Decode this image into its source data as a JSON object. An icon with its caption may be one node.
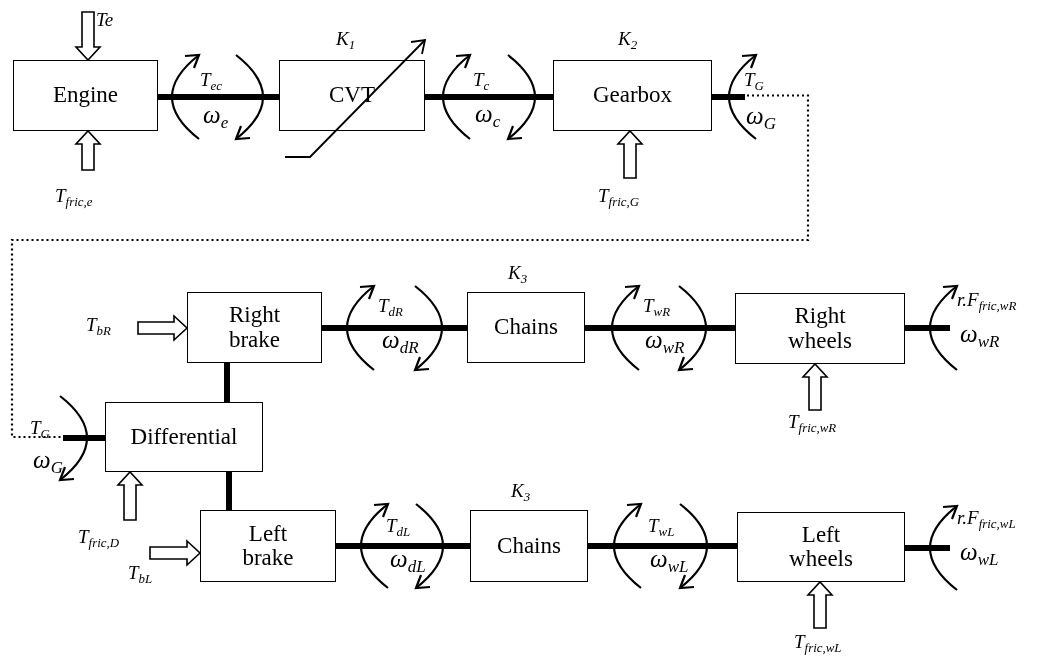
{
  "diagram": {
    "nodes": [
      {
        "text": [
          "Te"
        ]
      },
      {
        "text": [
          "Engine"
        ]
      },
      {
        "text": [
          "CVT"
        ],
        "beside": [
          "K$_{1}$"
        ]
      },
      {
        "text": [
          "Gearbox"
        ],
        "beside": [
          "K$_{2}$"
        ]
      },
      {
        "text": [
          "T$_{fric,e}$"
        ]
      },
      {
        "text": [
          "T$_{fric,G}$"
        ]
      },
      {
        "text": [
          "T$_{bR}$"
        ]
      },
      {
        "text": [
          "Right brake"
        ]
      },
      {
        "text": [
          "Chains"
        ],
        "beside": [
          "K$_{3}$"
        ]
      },
      {
        "text": [
          "Right wheels"
        ]
      },
      {
        "text": [
          "Differential"
        ]
      },
      {
        "text": [
          "T$_{fric,wR}$"
        ]
      },
      {
        "text": [
          "T$_{fric,D}$"
        ]
      },
      {
        "text": [
          "T$_{bL}$"
        ]
      },
      {
        "text": [
          "Left brake"
        ]
      },
      {
        "text": [
          "Chains"
        ],
        "beside": [
          "K$_{3}$"
        ]
      },
      {
        "text": [
          "Left wheels"
        ]
      },
      {
        "text": [
          "T$_{fric,wL}$"
        ]
      }
    ],
    "edges": [
      {
        "from": 0,
        "to": 1,
        "arrow": "to",
        "style": "thick"
      },
      {
        "from": 4,
        "to": 1,
        "arrow": "to",
        "style": "thick"
      },
      {
        "from": 1,
        "to": 2,
        "arrow": "none"
      },
      {
        "from": 2,
        "to": 3,
        "arrow": "none"
      },
      {
        "from": 3,
        "to": 10,
        "arrow": "none",
        "style": "dashed"
      },
      {
        "from": 5,
        "to": 3,
        "arrow": "to",
        "style": "thick"
      },
      {
        "from": 6,
        "to": 7,
        "arrow": "to",
        "style": "thick"
      },
      {
        "from": 7,
        "to": 8,
        "arrow": "none"
      },
      {
        "from": 8,
        "to": 9,
        "arrow": "none"
      },
      {
        "from": 9,
        "to": null,
        "arrow": "none"
      },
      {
        "from": 11,
        "to": 9,
        "arrow": "to",
        "style": "thick"
      },
      {
        "from": 10,
        "to": 7,
        "arrow": "none"
      },
      {
        "from": 12,
        "to": 10,
        "arrow": "to",
        "style": "thick"
      },
      {
        "from": 10,
        "to": 14,
        "arrow": "none"
      },
      {
        "from": 13,
        "to": 14,
        "arrow": "to",
        "style": "thick"
      },
      {
        "from": 14,
        "to": 15,
        "arrow": "none"
      },
      {
        "from": 15,
        "to": 16,
        "arrow": "none"
      },
      {
        "from": 16,
        "to": null,
        "arrow": "none"
      },
      {
        "from": 17,
        "to": 16,
        "arrow": "to",
        "style": "thick"
      }
    ],
    "labels": [
      "T$_{ec}$",
      "ω$_{e}$",
      "T$_{c}$",
      "ω$_{c}$",
      "T$_{G}$",
      "ω$_{G}$",
      "T$_{dR}$",
      "ω$_{dR}$",
      "T$_{wR}$",
      "ω$_{wR}$",
      "r.F$_{fric,wR}$",
      "ω$_{wR}$",
      "T$_{G}$",
      "ω$_{G}$",
      "T$_{dL}$",
      "ω$_{dL}$",
      "T$_{wL}$",
      "ω$_{wL}$",
      "r.F$_{fric,wL}$",
      "ω$_{wL}$"
    ]
  }
}
